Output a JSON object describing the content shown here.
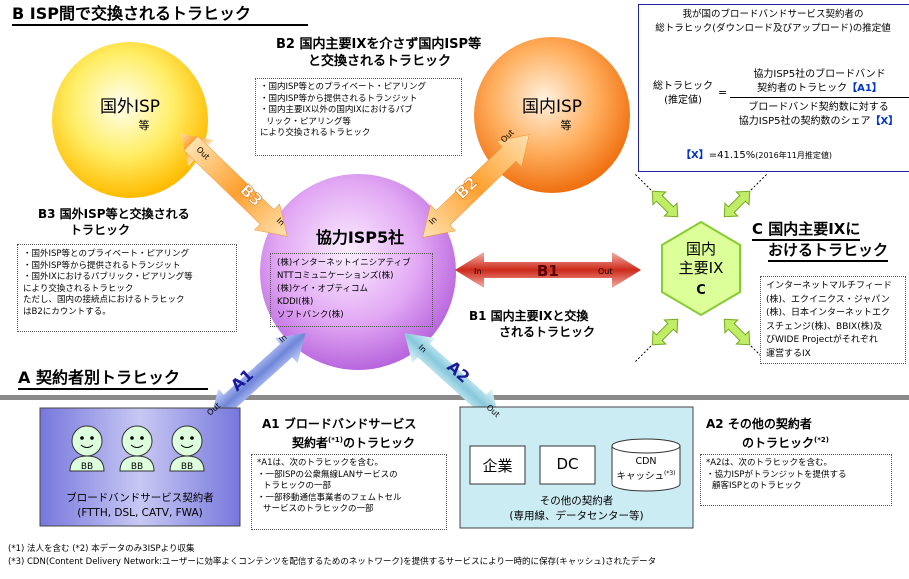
{
  "section_b": {
    "title": "B ISP間で交換されるトラヒック"
  },
  "b2": {
    "title_lines": [
      "B2 国内主要IXを介さず国内ISP等",
      "と交換されるトラヒック"
    ],
    "notes": [
      "・国内ISP等とのプライベート・ピアリング",
      "・国内ISP等から提供されるトランジット",
      "・国内主要IX以外の国内IXにおけるパブ",
      "リック・ピアリング等",
      "により交換されるトラヒック"
    ]
  },
  "b3": {
    "title_lines": [
      "B3 国外ISP等と交換される",
      "トラヒック"
    ],
    "notes": [
      "・国外ISP等とのプライベート・ピアリング",
      "・国外ISP等から提供されるトランジット",
      "・国外IXにおけるパブリック・ピアリング等",
      "により交換されるトラヒック",
      "ただし、国内の接続点におけるトラヒック",
      "はB2にカウントする。"
    ]
  },
  "b1": {
    "title_lines": [
      "B1 国内主要IXと交換",
      "されるトラヒック"
    ]
  },
  "foreign_isp": {
    "name": "国外ISP",
    "sub": "等"
  },
  "domestic_isp": {
    "name": "国内ISP",
    "sub": "等"
  },
  "cooperative": {
    "name": "協力ISP5社",
    "members": [
      "(株)インターネットイニシアティブ",
      "NTTコミュニケーションズ(株)",
      "(株)ケイ・オプティコム",
      "KDDI(株)",
      "ソフトバンク(株)"
    ]
  },
  "ix": {
    "name_lines": [
      "国内",
      "主要IX"
    ],
    "code": "C"
  },
  "section_c": {
    "title_lines": [
      "C 国内主要IXに",
      "おけるトラヒック"
    ],
    "notes": [
      "インターネットマルチフィード",
      "(株)、エクイニクス・ジャパン",
      "(株)、日本インターネットエク",
      "スチェンジ(株)、BBIX(株)及",
      "びWIDE Projectがそれぞれ",
      "運営するIX"
    ]
  },
  "formula": {
    "header_lines": [
      "我が国のブロードバンドサービス契約者の",
      "総トラヒック(ダウンロード及びアップロード)の推定値"
    ],
    "lhs_lines": [
      "総トラヒック",
      "(推定値)"
    ],
    "equals": "=",
    "numerator_lines": [
      "協力ISP5社のブロードバンド",
      "契約者のトラヒック"
    ],
    "numerator_tag": "【A1】",
    "denominator_lines": [
      "ブロードバンド契約数に対する",
      "協力ISP5社の契約数のシェア"
    ],
    "denominator_tag": "【X】",
    "x_tag": "【X】",
    "x_value": "=41.15%",
    "x_note": "(2016年11月推定値)"
  },
  "arrows": {
    "b3": {
      "label": "B3",
      "out": "Out",
      "in": "In"
    },
    "b2": {
      "label": "B2",
      "out": "Out",
      "in": "In"
    },
    "b1": {
      "label": "B1",
      "out": "Out",
      "in": "In"
    },
    "a1": {
      "label": "A1",
      "out": "Out",
      "in": "In"
    },
    "a2": {
      "label": "A2",
      "out": "Out",
      "in": "In"
    }
  },
  "section_a": {
    "title": "A 契約者別トラヒック"
  },
  "a1": {
    "title_lines": [
      "A1 ブロードバンドサービス",
      "契約者"
    ],
    "title_sup": "(*1)",
    "title_tail": "のトラヒック",
    "notes": [
      "*A1は、次のトラヒックを含む。",
      "・一部ISPの公衆無線LANサービスの",
      "トラヒックの一部",
      "・一部移動通信事業者のフェムトセル",
      "サービスのトラヒックの一部"
    ]
  },
  "a2": {
    "title_lines": [
      "A2 その他の契約者",
      "のトラヒック"
    ],
    "title_sup": "(*2)",
    "notes": [
      "*A2は、次のトラヒックを含む。",
      "・協力ISPがトランジットを提供する",
      "顧客ISPとのトラヒック"
    ]
  },
  "broadband_box": {
    "user_label": "BB",
    "caption_lines": [
      "ブロードバンドサービス契約者",
      "(FTTH, DSL, CATV, FWA)"
    ]
  },
  "other_box": {
    "enterprise": "企業",
    "dc": "DC",
    "cdn_lines": [
      "CDN",
      "キャッシュ"
    ],
    "cdn_sup": "(*3)",
    "caption_lines": [
      "その他の契約者",
      "(専用線、データセンター等)"
    ]
  },
  "footnotes": [
    "(*1) 法人を含む (*2) 本データのみ3ISPより収集",
    "(*3) CDN(Content Delivery Network:ユーザーに効率よくコンテンツを配信するためのネットワーク)を提供するサービスにより一時的に保存(キャッシュ)されたデータ"
  ],
  "colors": {
    "green_arrow": "#99dd33",
    "ix_fill": "#ddff99",
    "formula_border": "#2222aa",
    "a_box": "#aaaaee",
    "other_box": "#ccecf4",
    "tag_blue": "#0033cc"
  }
}
